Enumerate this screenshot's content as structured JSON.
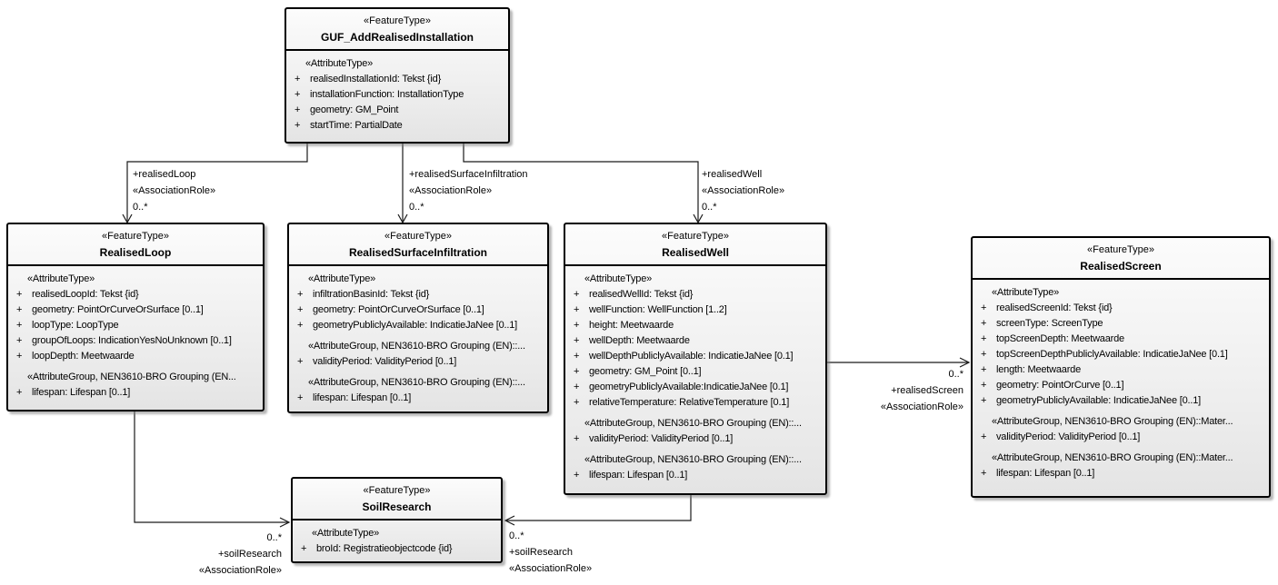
{
  "colors": {
    "line": "#1a1a1a",
    "box_border": "#000000",
    "box_fill_top": "#fcfcfc",
    "box_fill_bottom": "#e4e4e4",
    "shadow": "#7d7d7d",
    "background": "#ffffff"
  },
  "classes": {
    "guf": {
      "stereotype": "«FeatureType»",
      "name": "GUF_AddRealisedInstallation",
      "rows": [
        {
          "kind": "stereo",
          "text": "«AttributeType»"
        },
        {
          "kind": "attr",
          "vis": "+",
          "text": "realisedInstallationId: Tekst {id}"
        },
        {
          "kind": "attr",
          "vis": "+",
          "text": "installationFunction: InstallationType"
        },
        {
          "kind": "attr",
          "vis": "+",
          "text": "geometry: GM_Point"
        },
        {
          "kind": "attr",
          "vis": "+",
          "text": "startTime: PartialDate"
        }
      ]
    },
    "loop": {
      "stereotype": "«FeatureType»",
      "name": "RealisedLoop",
      "rows": [
        {
          "kind": "stereo",
          "text": "«AttributeType»"
        },
        {
          "kind": "attr",
          "vis": "+",
          "text": "realisedLoopId: Tekst {id}"
        },
        {
          "kind": "attr",
          "vis": "+",
          "text": "geometry: PointOrCurveOrSurface [0..1]"
        },
        {
          "kind": "attr",
          "vis": "+",
          "text": "loopType: LoopType"
        },
        {
          "kind": "attr",
          "vis": "+",
          "text": "groupOfLoops: IndicationYesNoUnknown [0..1]"
        },
        {
          "kind": "attr",
          "vis": "+",
          "text": "loopDepth: Meetwaarde"
        },
        {
          "kind": "group",
          "text": "«AttributeGroup, NEN3610-BRO Grouping (EN..."
        },
        {
          "kind": "attr",
          "vis": "+",
          "text": "lifespan: Lifespan [0..1]"
        }
      ]
    },
    "surface": {
      "stereotype": "«FeatureType»",
      "name": "RealisedSurfaceInfiltration",
      "rows": [
        {
          "kind": "stereo",
          "text": "«AttributeType»"
        },
        {
          "kind": "attr",
          "vis": "+",
          "text": "infiltrationBasinId: Tekst {id}"
        },
        {
          "kind": "attr",
          "vis": "+",
          "text": "geometry: PointOrCurveOrSurface [0..1]"
        },
        {
          "kind": "attr",
          "vis": "+",
          "text": "geometryPubliclyAvailable: IndicatieJaNee [0..1]"
        },
        {
          "kind": "group",
          "text": "«AttributeGroup, NEN3610-BRO Grouping (EN)::..."
        },
        {
          "kind": "attr",
          "vis": "+",
          "text": "validityPeriod: ValidityPeriod [0..1]"
        },
        {
          "kind": "group",
          "text": "«AttributeGroup, NEN3610-BRO Grouping (EN)::..."
        },
        {
          "kind": "attr",
          "vis": "+",
          "text": "lifespan: Lifespan [0..1]"
        }
      ]
    },
    "well": {
      "stereotype": "«FeatureType»",
      "name": "RealisedWell",
      "rows": [
        {
          "kind": "stereo",
          "text": "«AttributeType»"
        },
        {
          "kind": "attr",
          "vis": "+",
          "text": "realisedWellId: Tekst {id}"
        },
        {
          "kind": "attr",
          "vis": "+",
          "text": "wellFunction: WellFunction [1..2]"
        },
        {
          "kind": "attr",
          "vis": "+",
          "text": "height: Meetwaarde"
        },
        {
          "kind": "attr",
          "vis": "+",
          "text": "wellDepth: Meetwaarde"
        },
        {
          "kind": "attr",
          "vis": "+",
          "text": "wellDepthPubliclyAvailable: IndicatieJaNee [0.1]"
        },
        {
          "kind": "attr",
          "vis": "+",
          "text": "geometry: GM_Point [0..1]"
        },
        {
          "kind": "attr",
          "vis": "+",
          "text": "geometryPubliclyAvailable:IndicatieJaNee [0.1]"
        },
        {
          "kind": "attr",
          "vis": "+",
          "text": "relativeTemperature: RelativeTemperature [0.1]"
        },
        {
          "kind": "group",
          "text": "«AttributeGroup, NEN3610-BRO Grouping (EN)::..."
        },
        {
          "kind": "attr",
          "vis": "+",
          "text": "validityPeriod: ValidityPeriod [0..1]"
        },
        {
          "kind": "group",
          "text": "«AttributeGroup, NEN3610-BRO Grouping (EN)::..."
        },
        {
          "kind": "attr",
          "vis": "+",
          "text": "lifespan: Lifespan [0..1]"
        }
      ]
    },
    "screen": {
      "stereotype": "«FeatureType»",
      "name": "RealisedScreen",
      "rows": [
        {
          "kind": "stereo",
          "text": "«AttributeType»"
        },
        {
          "kind": "attr",
          "vis": "+",
          "text": "realisedScreenId: Tekst {id}"
        },
        {
          "kind": "attr",
          "vis": "+",
          "text": "screenType: ScreenType"
        },
        {
          "kind": "attr",
          "vis": "+",
          "text": "topScreenDepth: Meetwaarde"
        },
        {
          "kind": "attr",
          "vis": "+",
          "text": "topScreenDepthPubliclyAvailable: IndicatieJaNee [0.1]"
        },
        {
          "kind": "attr",
          "vis": "+",
          "text": "length: Meetwaarde"
        },
        {
          "kind": "attr",
          "vis": "+",
          "text": "geometry: PointOrCurve [0..1]"
        },
        {
          "kind": "attr",
          "vis": "+",
          "text": "geometryPubliclyAvailable: IndicatieJaNee [0..1]"
        },
        {
          "kind": "group",
          "text": "«AttributeGroup, NEN3610-BRO Grouping (EN)::Mater..."
        },
        {
          "kind": "attr",
          "vis": "+",
          "text": "validityPeriod: ValidityPeriod [0..1]"
        },
        {
          "kind": "group",
          "text": "«AttributeGroup, NEN3610-BRO Grouping (EN)::Mater..."
        },
        {
          "kind": "attr",
          "vis": "+",
          "text": "lifespan: Lifespan [0..1]"
        }
      ]
    },
    "soil": {
      "stereotype": "«FeatureType»",
      "name": "SoilResearch",
      "rows": [
        {
          "kind": "stereo",
          "text": "«AttributeType»"
        },
        {
          "kind": "attr",
          "vis": "+",
          "text": "broId: Registratieobjectcode {id}"
        }
      ]
    }
  },
  "associations": {
    "realisedLoop": {
      "role": "+realisedLoop",
      "stereotype": "«AssociationRole»",
      "multiplicity": "0..*"
    },
    "realisedSurfaceInfiltration": {
      "role": "+realisedSurfaceInfiltration",
      "stereotype": "«AssociationRole»",
      "multiplicity": "0..*"
    },
    "realisedWell": {
      "role": "+realisedWell",
      "stereotype": "«AssociationRole»",
      "multiplicity": "0..*"
    },
    "realisedScreen": {
      "role": "+realisedScreen",
      "stereotype": "«AssociationRole»",
      "multiplicity": "0..*"
    },
    "soilResearchFromLoop": {
      "role": "+soilResearch",
      "stereotype": "«AssociationRole»",
      "multiplicity": "0..*"
    },
    "soilResearchFromWell": {
      "role": "+soilResearch",
      "stereotype": "«AssociationRole»",
      "multiplicity": "0..*"
    }
  }
}
